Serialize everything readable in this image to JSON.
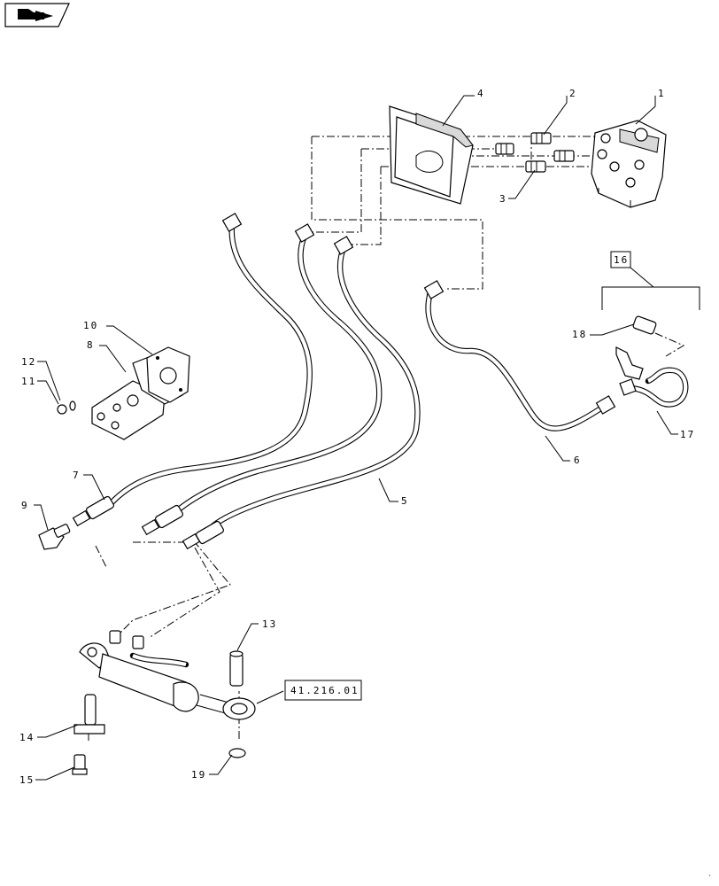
{
  "nav_icon": "arrow-back-icon",
  "callouts": {
    "c1": "1",
    "c2": "2",
    "c3": "3",
    "c4": "4",
    "c5": "5",
    "c6": "6",
    "c7": "7",
    "c8": "8",
    "c9": "9",
    "c10": "10",
    "c11": "11",
    "c12": "12",
    "c13": "13",
    "c14": "14",
    "c15": "15",
    "c16": "16",
    "c17": "17",
    "c18": "18",
    "c19": "19"
  },
  "reference_box": "41.216.01"
}
